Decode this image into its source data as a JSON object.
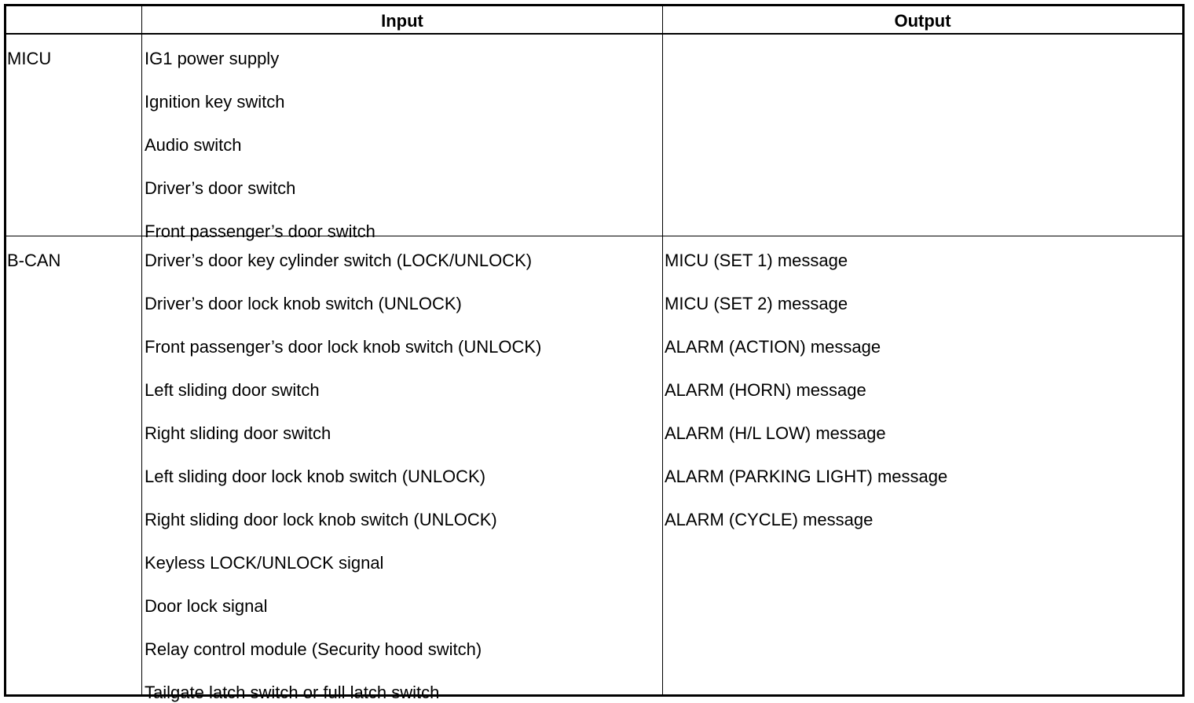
{
  "header": {
    "col1": "",
    "input": "Input",
    "output": "Output"
  },
  "rows": [
    {
      "label": "MICU",
      "inputs": [
        "IG1 power supply",
        "Ignition key switch",
        "Audio switch",
        "Driver’s door switch",
        "Front passenger’s door switch"
      ],
      "outputs": []
    },
    {
      "label": "B-CAN",
      "inputs": [
        "Driver’s door key cylinder switch (LOCK/UNLOCK)",
        "Driver’s door lock knob switch (UNLOCK)",
        "Front passenger’s door lock knob switch (UNLOCK)",
        "Left sliding door switch",
        "Right sliding door switch",
        "Left sliding door lock knob switch (UNLOCK)",
        "Right sliding door lock knob switch (UNLOCK)",
        "Keyless LOCK/UNLOCK signal",
        "Door lock signal",
        "Relay control module (Security hood switch)",
        "Tailgate latch switch or full latch switch"
      ],
      "outputs": [
        "MICU (SET 1) message",
        "MICU (SET 2) message",
        "ALARM (ACTION) message",
        "ALARM (HORN) message",
        "ALARM (H/L LOW) message",
        "ALARM (PARKING LIGHT) message",
        "ALARM (CYCLE) message"
      ]
    }
  ]
}
